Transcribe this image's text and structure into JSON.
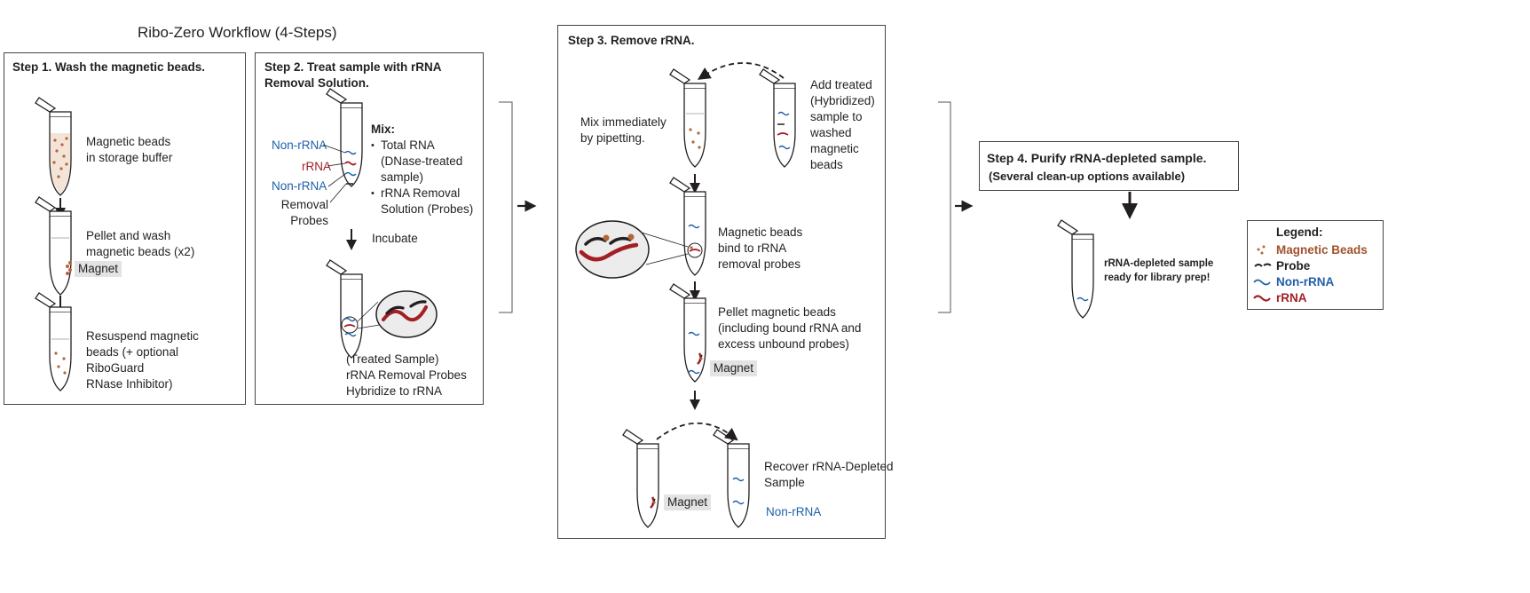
{
  "title": "Ribo-Zero Workflow (4-Steps)",
  "step1": {
    "title": "Step 1. Wash the magnetic beads.",
    "beads_text": "Magnetic beads\nin storage buffer",
    "pellet_text": "Pellet and wash\nmagnetic beads (x2)",
    "magnet": "Magnet",
    "resuspend_text": "Resuspend magnetic\nbeads (+ optional\nRiboGuard\nRNase Inhibitor)"
  },
  "step2": {
    "title": "Step 2. Treat sample with rRNA\nRemoval Solution.",
    "non_rrna_1": "Non-rRNA",
    "rrna": "rRNA",
    "non_rrna_2": "Non-rRNA",
    "removal_probes": "Removal\nProbes",
    "mix_heading": "Mix:",
    "mix_items": [
      "Total RNA\n(DNase-treated\nsample)",
      "rRNA Removal\nSolution (Probes)"
    ],
    "incubate": "Incubate",
    "hybridize_text": "(Treated Sample)\nrRNA Removal Probes\nHybridize to rRNA"
  },
  "step3": {
    "title": "Step 3. Remove rRNA.",
    "add_text": "Add treated\n(Hybridized)\nsample to\nwashed\nmagnetic\nbeads",
    "mix_text": "Mix immediately\nby pipetting.",
    "bind_text": "Magnetic beads\nbind to rRNA\nremoval probes",
    "pellet_text": "Pellet magnetic beads\n(including bound rRNA and\nexcess unbound probes)",
    "magnet_1": "Magnet",
    "magnet_2": "Magnet",
    "recover_text": "Recover rRNA-Depleted\nSample",
    "non_rrna": "Non-rRNA"
  },
  "step4": {
    "title": "Step 4. Purify rRNA-depleted sample.",
    "subtitle": "(Several clean-up options available)",
    "result_text": "rRNA-depleted sample\nready for library prep!"
  },
  "legend": {
    "title": "Legend:",
    "items": [
      "Magnetic Beads",
      "Probe",
      "Non-rRNA",
      "rRNA"
    ]
  },
  "colors": {
    "bead": "#b5653a",
    "probe": "#231f20",
    "non_rrna": "#1f5fa8",
    "rrna": "#a31f24"
  }
}
